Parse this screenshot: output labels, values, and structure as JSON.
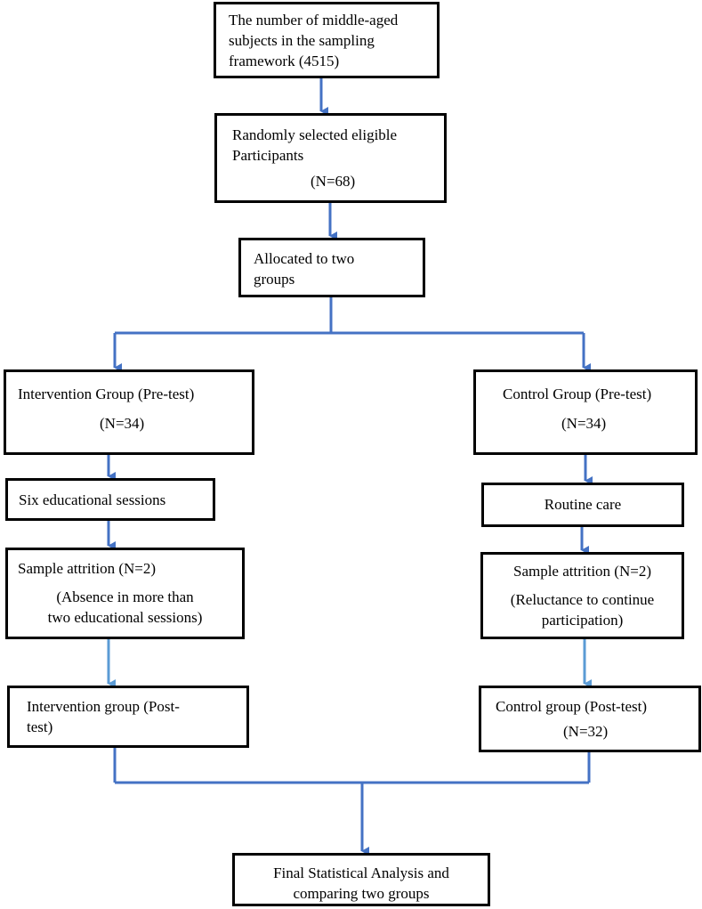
{
  "nodes": {
    "sampling_frame": [
      "The number of middle-aged",
      "subjects in the sampling",
      "framework (4515)"
    ],
    "random_selection": [
      "Randomly selected eligible",
      "Participants",
      "(N=68)"
    ],
    "allocation": [
      "Allocated to two",
      "groups"
    ],
    "intervention_pre": [
      "Intervention Group (Pre-test)",
      "(N=34)"
    ],
    "control_pre": [
      "Control Group (Pre-test)",
      "(N=34)"
    ],
    "intervention_sessions": [
      "Six educational sessions"
    ],
    "routine_care": [
      "Routine care"
    ],
    "intervention_attrition": [
      "Sample attrition (N=2)",
      "(Absence in more than",
      "two educational sessions)"
    ],
    "control_attrition": [
      "Sample attrition (N=2)",
      "(Reluctance to continue",
      "participation)"
    ],
    "intervention_post": [
      "Intervention group (Post-",
      "test)"
    ],
    "control_post": [
      "Control group (Post-test)",
      "(N=32)"
    ],
    "final_analysis": [
      "Final Statistical Analysis and",
      "comparing two groups"
    ]
  },
  "colors": {
    "arrow": "#4472C4",
    "arrow_light": "#5B9BD5",
    "border": "#000000"
  }
}
